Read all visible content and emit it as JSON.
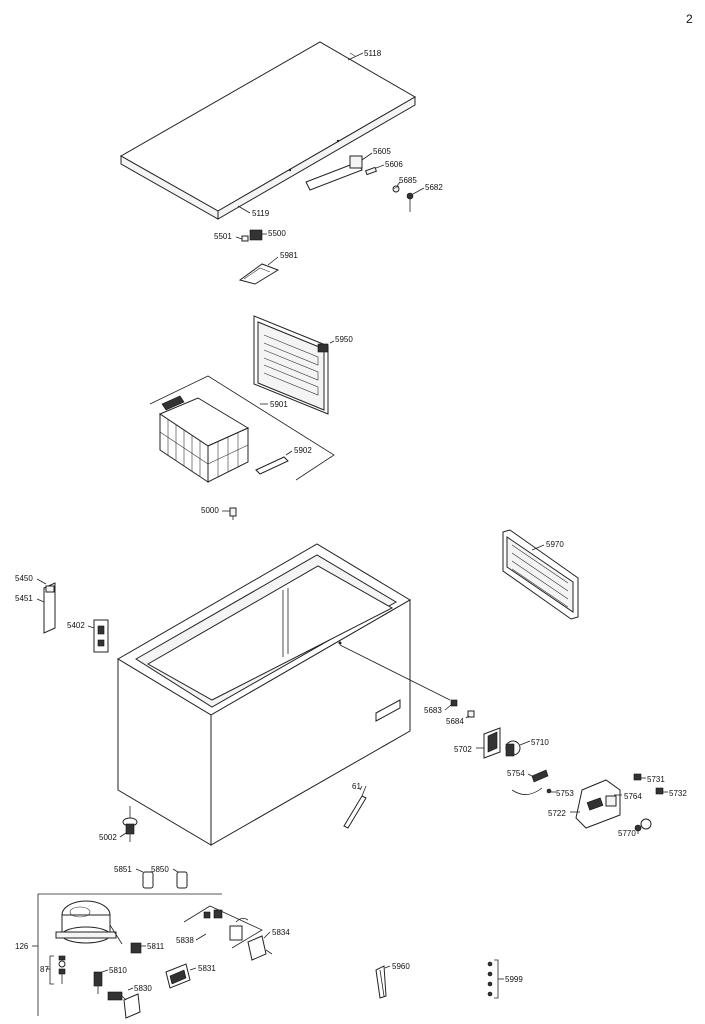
{
  "page_number": "2",
  "labels": {
    "p5118": "5118",
    "p5605": "5605",
    "p5606": "5606",
    "p5685": "5685",
    "p5682": "5682",
    "p5119": "5119",
    "p5501": "5501",
    "p5500": "5500",
    "p5981": "5981",
    "p5950": "5950",
    "p5901": "5901",
    "p5902": "5902",
    "p5000": "5000",
    "p5970": "5970",
    "p5450": "5450",
    "p5451": "5451",
    "p5402": "5402",
    "p5683": "5683",
    "p5684": "5684",
    "p5702": "5702",
    "p5710": "5710",
    "p5754": "5754",
    "p5731": "5731",
    "p5753": "5753",
    "p5764": "5764",
    "p5732": "5732",
    "p5722": "5722",
    "p5770": "5770",
    "p61": "61",
    "p5002": "5002",
    "p5851": "5851",
    "p5850": "5850",
    "p5811": "5811",
    "p5838": "5838",
    "p5834": "5834",
    "p126": "126",
    "p87": "87",
    "p5810": "5810",
    "p5831": "5831",
    "p5830": "5830",
    "p5960": "5960",
    "p5999": "5999"
  }
}
